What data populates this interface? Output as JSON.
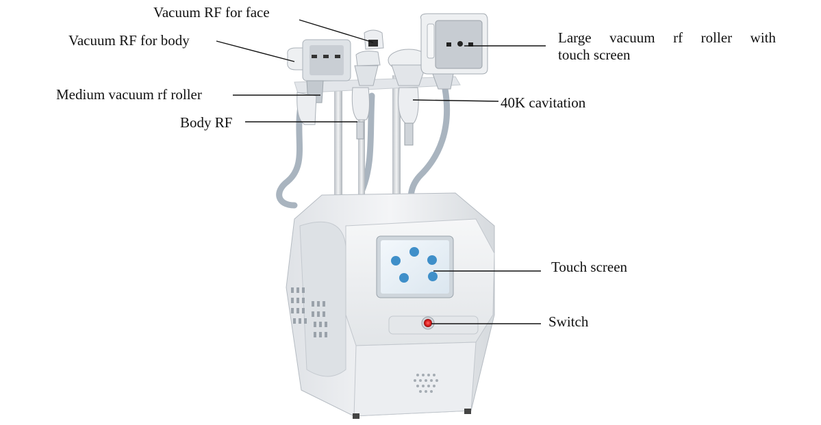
{
  "labels": {
    "vacuum_rf_face": "Vacuum RF for face",
    "vacuum_rf_body": "Vacuum RF for body",
    "medium_roller": "Medium vacuum rf roller",
    "body_rf": "Body RF",
    "large_roller_line1": "Large vacuum rf roller with",
    "large_roller_line2": "touch screen",
    "cavitation": "40K cavitation",
    "touch_screen": "Touch screen",
    "switch": "Switch"
  },
  "colors": {
    "body_fill": "#e9ebee",
    "body_shade": "#d3d7dc",
    "hose": "#a9b4bf",
    "screen_blue": "#3f8fc9",
    "switch_red": "#e02020",
    "leader": "#111111"
  }
}
